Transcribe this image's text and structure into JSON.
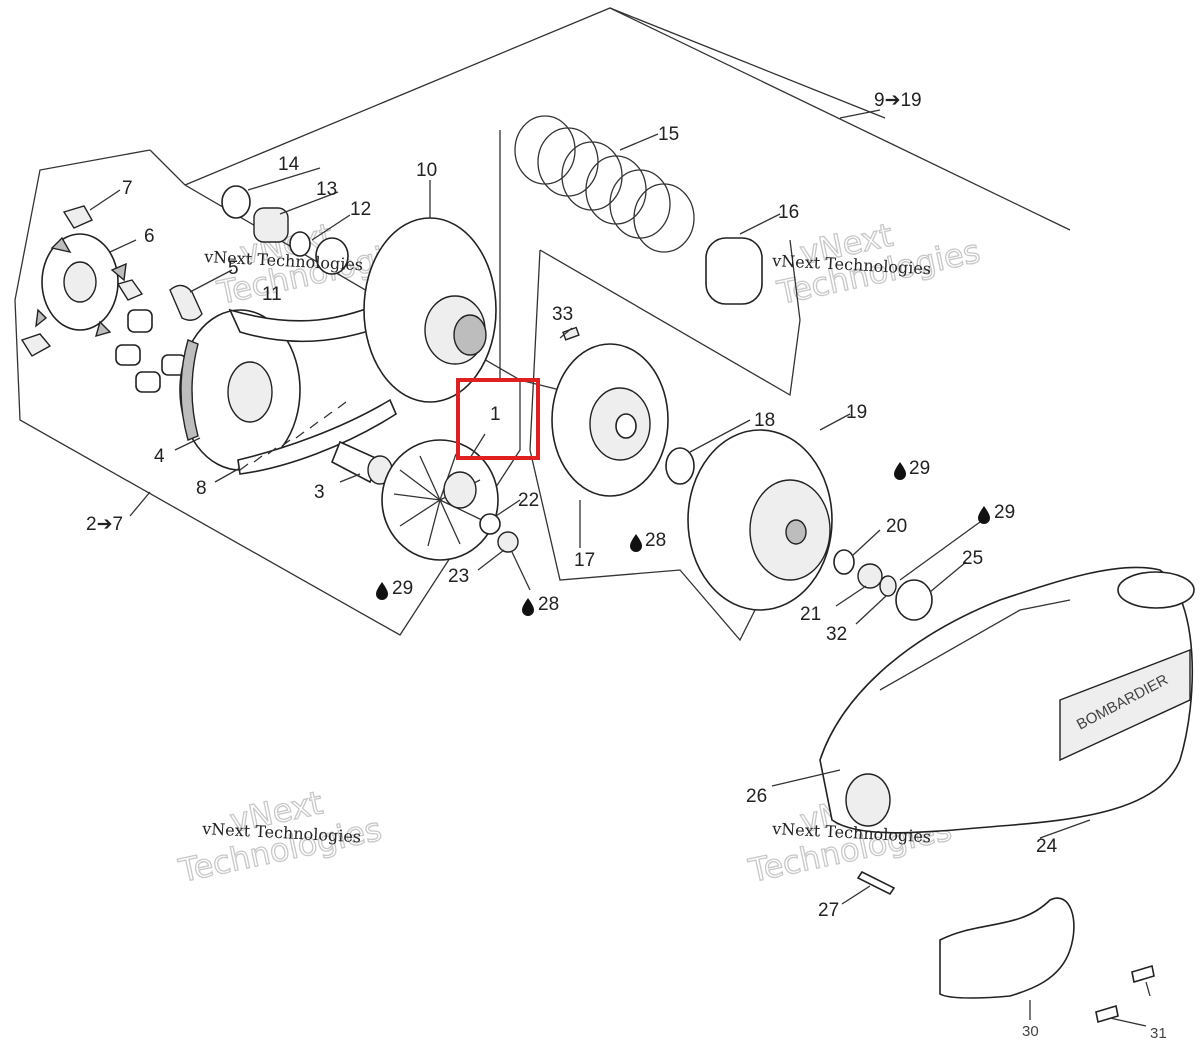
{
  "callouts": {
    "c1": "1",
    "c2to7": "2➔7",
    "c3": "3",
    "c4": "4",
    "c5": "5",
    "c6": "6",
    "c7": "7",
    "c8": "8",
    "c9to19": "9➔19",
    "c10": "10",
    "c11": "11",
    "c12": "12",
    "c13": "13",
    "c14": "14",
    "c15": "15",
    "c16": "16",
    "c17": "17",
    "c18": "18",
    "c19": "19",
    "c20": "20",
    "c21": "21",
    "c22": "22",
    "c23": "23",
    "c24": "24",
    "c25": "25",
    "c26": "26",
    "c27": "27",
    "c28a": "28",
    "c28b": "28",
    "c29a": "29",
    "c29b": "29",
    "c29c": "29",
    "c30": "30",
    "c31": "31",
    "c32": "32",
    "c33": "33"
  },
  "cover_brand": "BOMBARDIER",
  "watermark": {
    "line1": "vNext Technologies",
    "line2a": "vNext",
    "line2b": "Technologies"
  },
  "highlight": {
    "part": "1",
    "color": "#e02020"
  },
  "icons": {
    "lubricant": "drop-icon"
  }
}
